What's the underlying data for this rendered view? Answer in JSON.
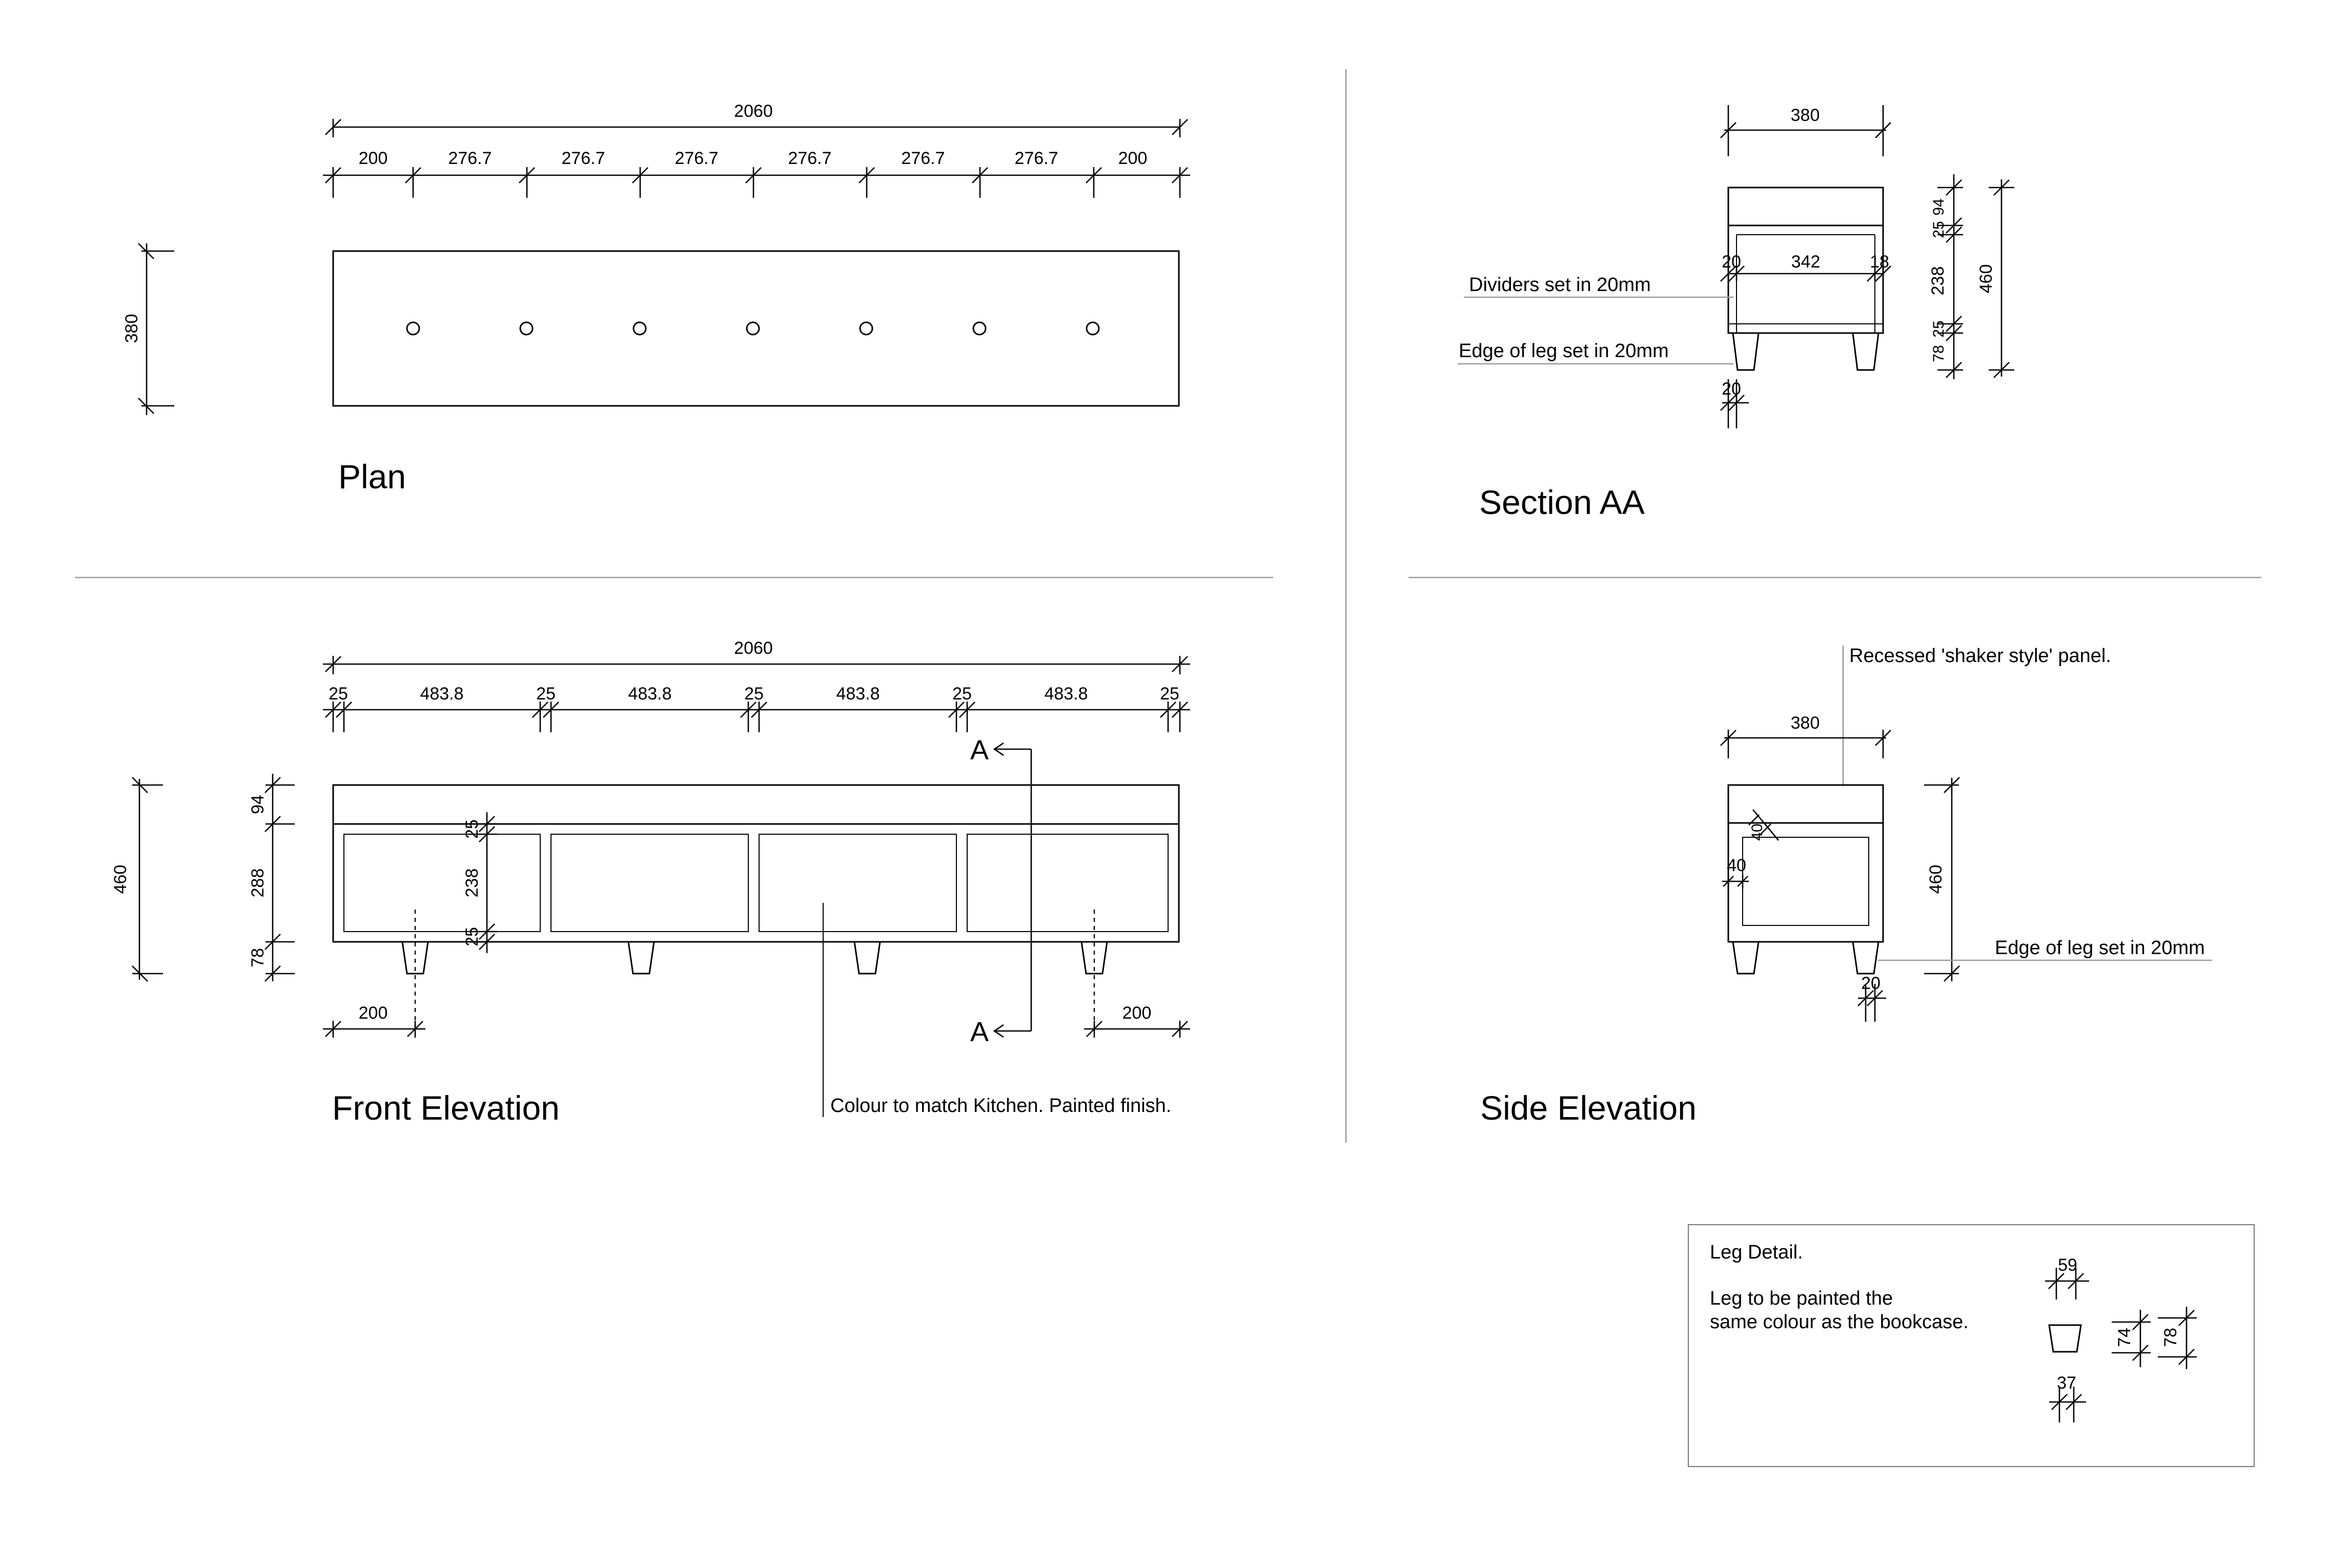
{
  "titles": {
    "plan": "Plan",
    "section": "Section AA",
    "front": "Front Elevation",
    "side": "Side Elevation"
  },
  "plan": {
    "overall": "2060",
    "segments": [
      "200",
      "276.7",
      "276.7",
      "276.7",
      "276.7",
      "276.7",
      "276.7",
      "200"
    ],
    "depth": "380",
    "hole_count": 7
  },
  "front": {
    "overall": "2060",
    "segments": [
      "25",
      "483.8",
      "25",
      "483.8",
      "25",
      "483.8",
      "25",
      "483.8",
      "25"
    ],
    "height": "460",
    "rail_top": "94",
    "body": "288",
    "legs": "78",
    "inner_top": "25",
    "inner": "238",
    "inner_bottom": "25",
    "leg_offset_left": "200",
    "leg_offset_right": "200",
    "section_mark": "A",
    "note": "Colour to match Kitchen. Painted finish."
  },
  "section": {
    "width": "380",
    "inner_left": "20",
    "inner": "342",
    "inner_right": "18",
    "top_a": "25",
    "top_b": "94",
    "mid": "238",
    "low_a": "25",
    "low_b": "78",
    "total": "460",
    "leg_setback": "20",
    "note_dividers": "Dividers set in 20mm",
    "note_leg": "Edge of leg set in 20mm"
  },
  "side": {
    "width": "380",
    "panel_top": "40",
    "panel_side": "40",
    "height": "460",
    "leg_setback": "20",
    "note_panel": "Recessed 'shaker style' panel.",
    "note_leg": "Edge of leg set in 20mm"
  },
  "leg_detail": {
    "title": "Leg Detail.",
    "line1": "Leg to be painted the",
    "line2": "same colour as the bookcase.",
    "top_width": "59",
    "bottom_width": "37",
    "height_a": "74",
    "height_b": "78"
  }
}
